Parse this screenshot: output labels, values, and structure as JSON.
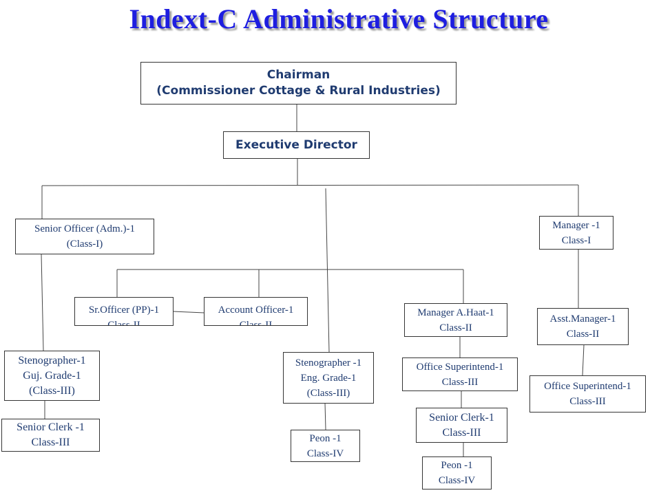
{
  "title": "Indext-C Administrative Structure",
  "nodes": {
    "chairman": {
      "line1": "Chairman",
      "line2": "(Commissioner Cottage & Rural Industries)"
    },
    "executive_director": {
      "line1": "Executive Director"
    },
    "senior_officer_adm": {
      "line1": "Senior Officer (Adm.)-1",
      "line2": "(Class-I)"
    },
    "manager": {
      "line1": "Manager  -1",
      "line2": "Class-I"
    },
    "sr_officer_pp": {
      "line1": "Sr.Officer (PP)-1",
      "line2": "Class-II"
    },
    "account_officer": {
      "line1": "Account Officer-1",
      "line2": "Class-II"
    },
    "manager_ahaat": {
      "line1": "Manager  A.Haat-1",
      "line2": "Class-II"
    },
    "asst_manager": {
      "line1": "Asst.Manager-1",
      "line2": "Class-II"
    },
    "stenographer_guj": {
      "line1": "Stenographer-1",
      "line2": "Guj. Grade-1",
      "line3": "(Class-III)"
    },
    "stenographer_eng": {
      "line1": "Stenographer  -1",
      "line2": "Eng.  Grade-1",
      "line3": "(Class-III)"
    },
    "office_superintend_mid": {
      "line1": "Office Superintend-1",
      "line2": "Class-III"
    },
    "office_superintend_right": {
      "line1": "Office Superintend-1",
      "line2": "Class-III"
    },
    "senior_clerk_left": {
      "line1": "Senior Clerk -1",
      "line2": "Class-III"
    },
    "senior_clerk_mid": {
      "line1": "Senior Clerk-1",
      "line2": "Class-III"
    },
    "peon_mid": {
      "line1": "Peon -1",
      "line2": "Class-IV"
    },
    "peon_right": {
      "line1": "Peon -1",
      "line2": "Class-IV"
    }
  }
}
